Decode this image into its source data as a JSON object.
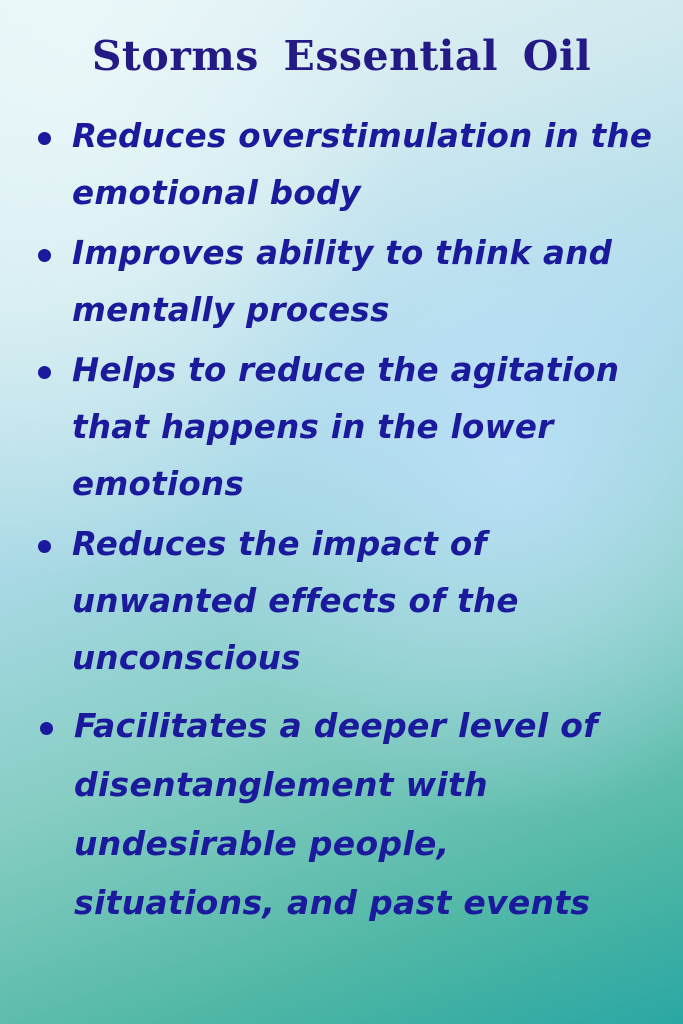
{
  "title": "Storms Essential Oil",
  "colors": {
    "text": "#1c1a9c",
    "title": "#241a86",
    "background_top": "#e6f4f6",
    "background_bottom": "#2aa7a3"
  },
  "benefits": [
    "Reduces overstimulation in the emotional body",
    "Improves ability to think and mentally process",
    "Helps to reduce the agitation that happens in the lower emotions",
    "Reduces the impact of unwanted effects of the unconscious",
    "Facilitates a deeper level of disentanglement with undesirable people, situations, and past events"
  ]
}
